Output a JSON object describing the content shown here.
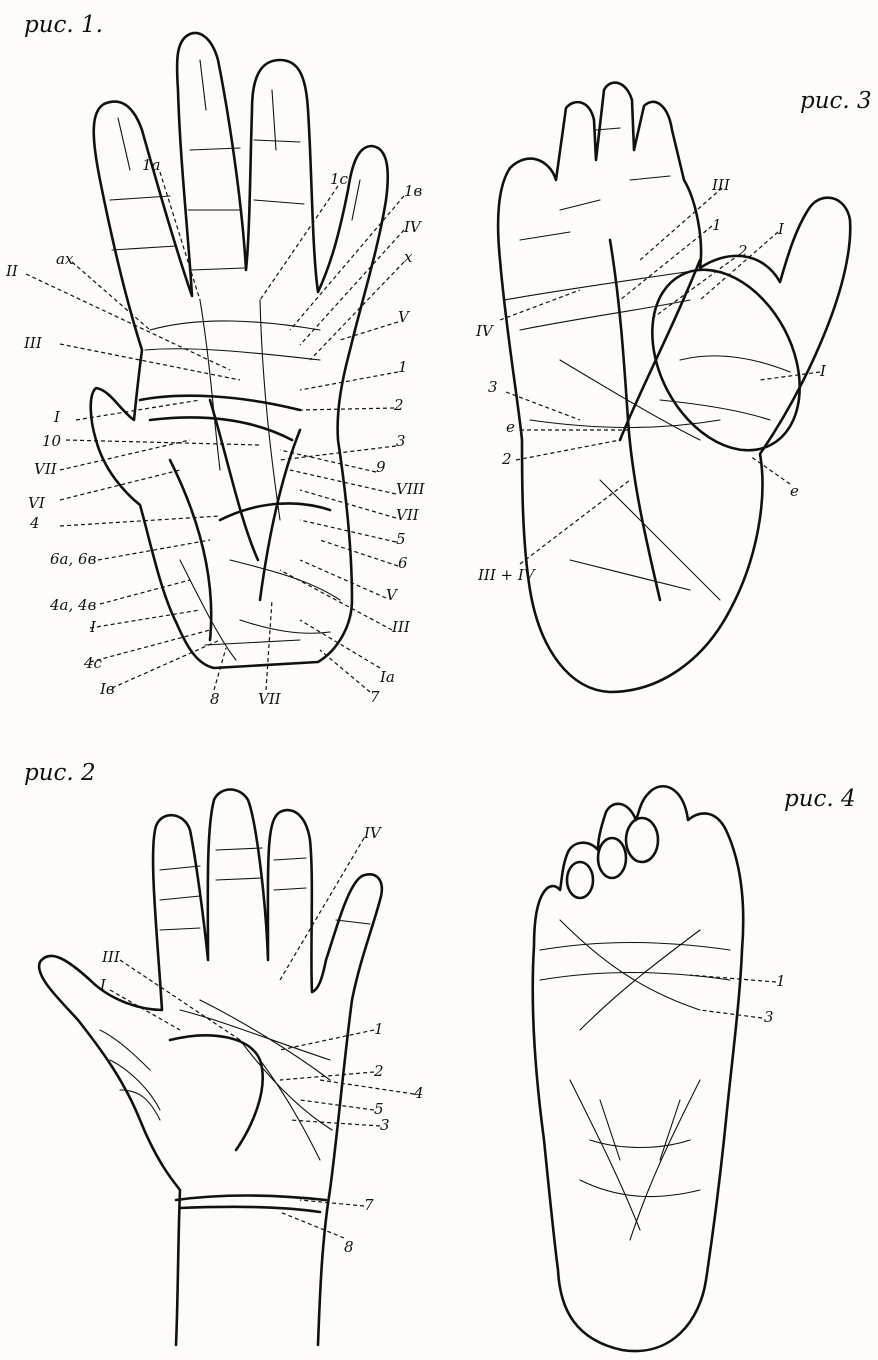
{
  "figures": [
    {
      "title": "рис. 1.",
      "labels": [
        "1a",
        "1c",
        "1в",
        "IV",
        "ах",
        "x",
        "II",
        "V",
        "III",
        "1",
        "I",
        "2",
        "10",
        "3",
        "VII",
        "9",
        "VI",
        "VIII",
        "4",
        "VII",
        "5",
        "6а, 6в",
        "6",
        "4а, 4в",
        "V",
        "I",
        "III",
        "4c",
        "Iв",
        "8",
        "VII",
        "Iа",
        "7"
      ]
    },
    {
      "title": "рис. 3",
      "labels": [
        "III",
        "1",
        "2",
        "I",
        "IV",
        "I",
        "3",
        "e",
        "2",
        "e",
        "III + IV"
      ]
    },
    {
      "title": "рис. 2",
      "labels": [
        "IV",
        "III",
        "I",
        "1",
        "2",
        "4",
        "5",
        "3",
        "7",
        "8"
      ]
    },
    {
      "title": "рис. 4",
      "labels": [
        "1",
        "3"
      ]
    }
  ]
}
